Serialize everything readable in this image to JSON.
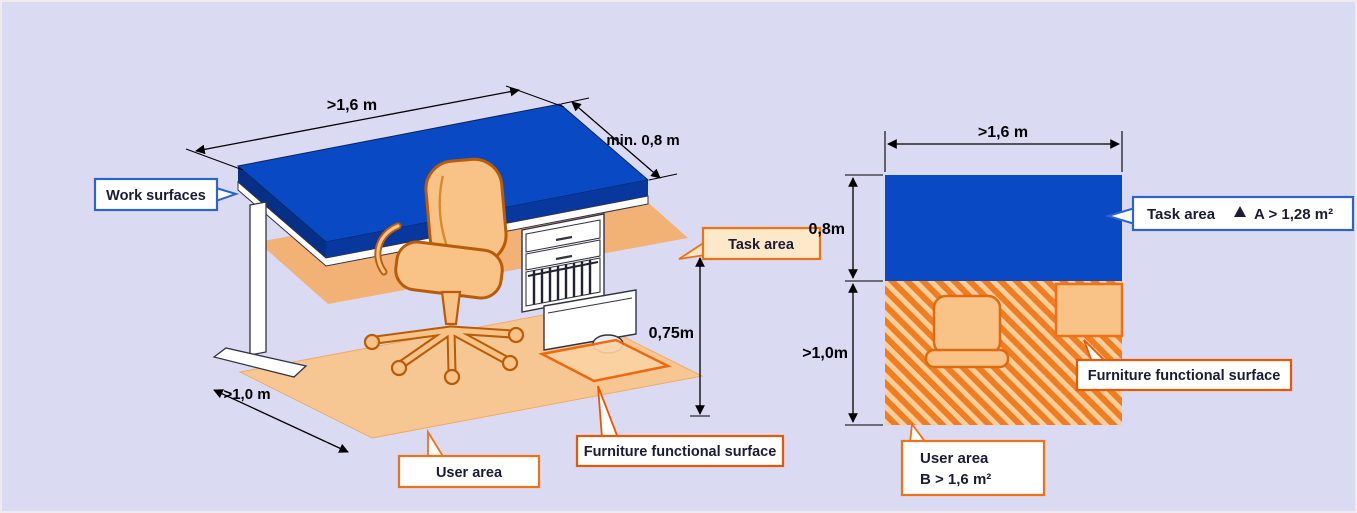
{
  "title": "Workspace dimensions diagram",
  "colors": {
    "background": "#dadaf3",
    "blue": "#0a49c4",
    "blue_dark": "#08389e",
    "blue_border": "#2d64c8",
    "orange": "#ee7118",
    "orange_dark": "#ee5500",
    "chair_fill": "#f9c287",
    "chair_outline": "#b85c08",
    "hatch_light": "#fbcf9b",
    "hatch_dark": "#f07d22",
    "callout_cream": "#fde9c9",
    "surface_orange": "#f6a95e",
    "user_area_fill": "#f8c68e"
  },
  "iso": {
    "work_surfaces": "Work surfaces",
    "task_area": "Task area",
    "furniture": "Furniture functional surface",
    "user_area": "User area",
    "dim_width": ">1,6 m",
    "dim_depth": "min. 0,8 m",
    "dim_height": "0,75m",
    "dim_user": ">1,0 m"
  },
  "plan": {
    "dim_width": ">1,6 m",
    "dim_task": "0,8m",
    "dim_user": ">1,0m",
    "task_label": "Task area",
    "task_value": "A > 1,28 m²",
    "furniture": "Furniture functional surface",
    "user_label": "User area",
    "user_value": "B > 1,6 m²"
  }
}
